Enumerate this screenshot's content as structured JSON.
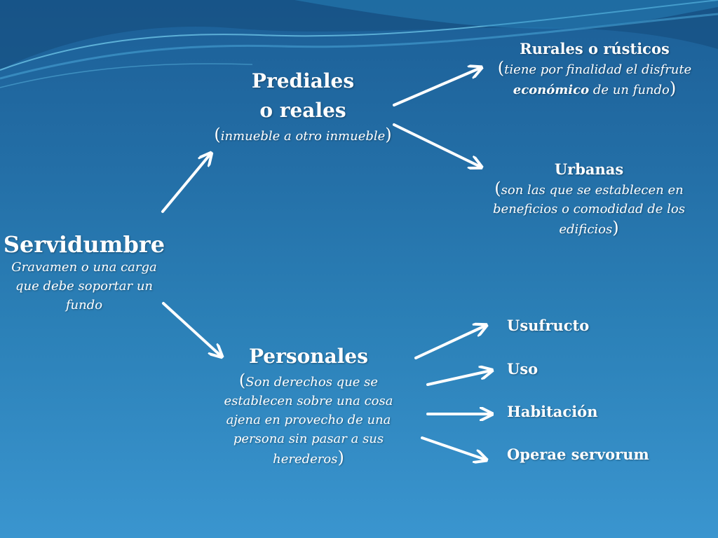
{
  "nodes": {
    "servidumbre": {
      "title": "Servidumbre",
      "desc": "Gravamen o una carga que debe soportar un fundo"
    },
    "prediales": {
      "title_line1": "Prediales",
      "title_line2": "o reales",
      "paren_open": "(",
      "desc": "inmueble a otro inmueble",
      "paren_close": ")"
    },
    "personales": {
      "title": "Personales",
      "paren_open": "(",
      "desc": "Son derechos que se establecen sobre una cosa ajena en provecho de una persona sin pasar a sus herederos",
      "paren_close": ")"
    },
    "rurales": {
      "title": "Rurales o rústicos",
      "paren_open": "(",
      "desc_a": "tiene por finalidad el disfrute ",
      "desc_bold": "económico",
      "desc_b": " de un fundo",
      "paren_close": ")"
    },
    "urbanas": {
      "title": "Urbanas",
      "paren_open": "(",
      "desc": "son las que  se establecen en beneficios o comodidad de los edificios",
      "paren_close": ")"
    }
  },
  "personales_types": [
    "Usufructo",
    "Uso",
    "Habitación",
    "Operae servorum"
  ],
  "colors": {
    "text": "#ffffff",
    "arrow": "#ffffff",
    "background_top": "#1c5f97",
    "background_bottom": "#3a95cf"
  }
}
